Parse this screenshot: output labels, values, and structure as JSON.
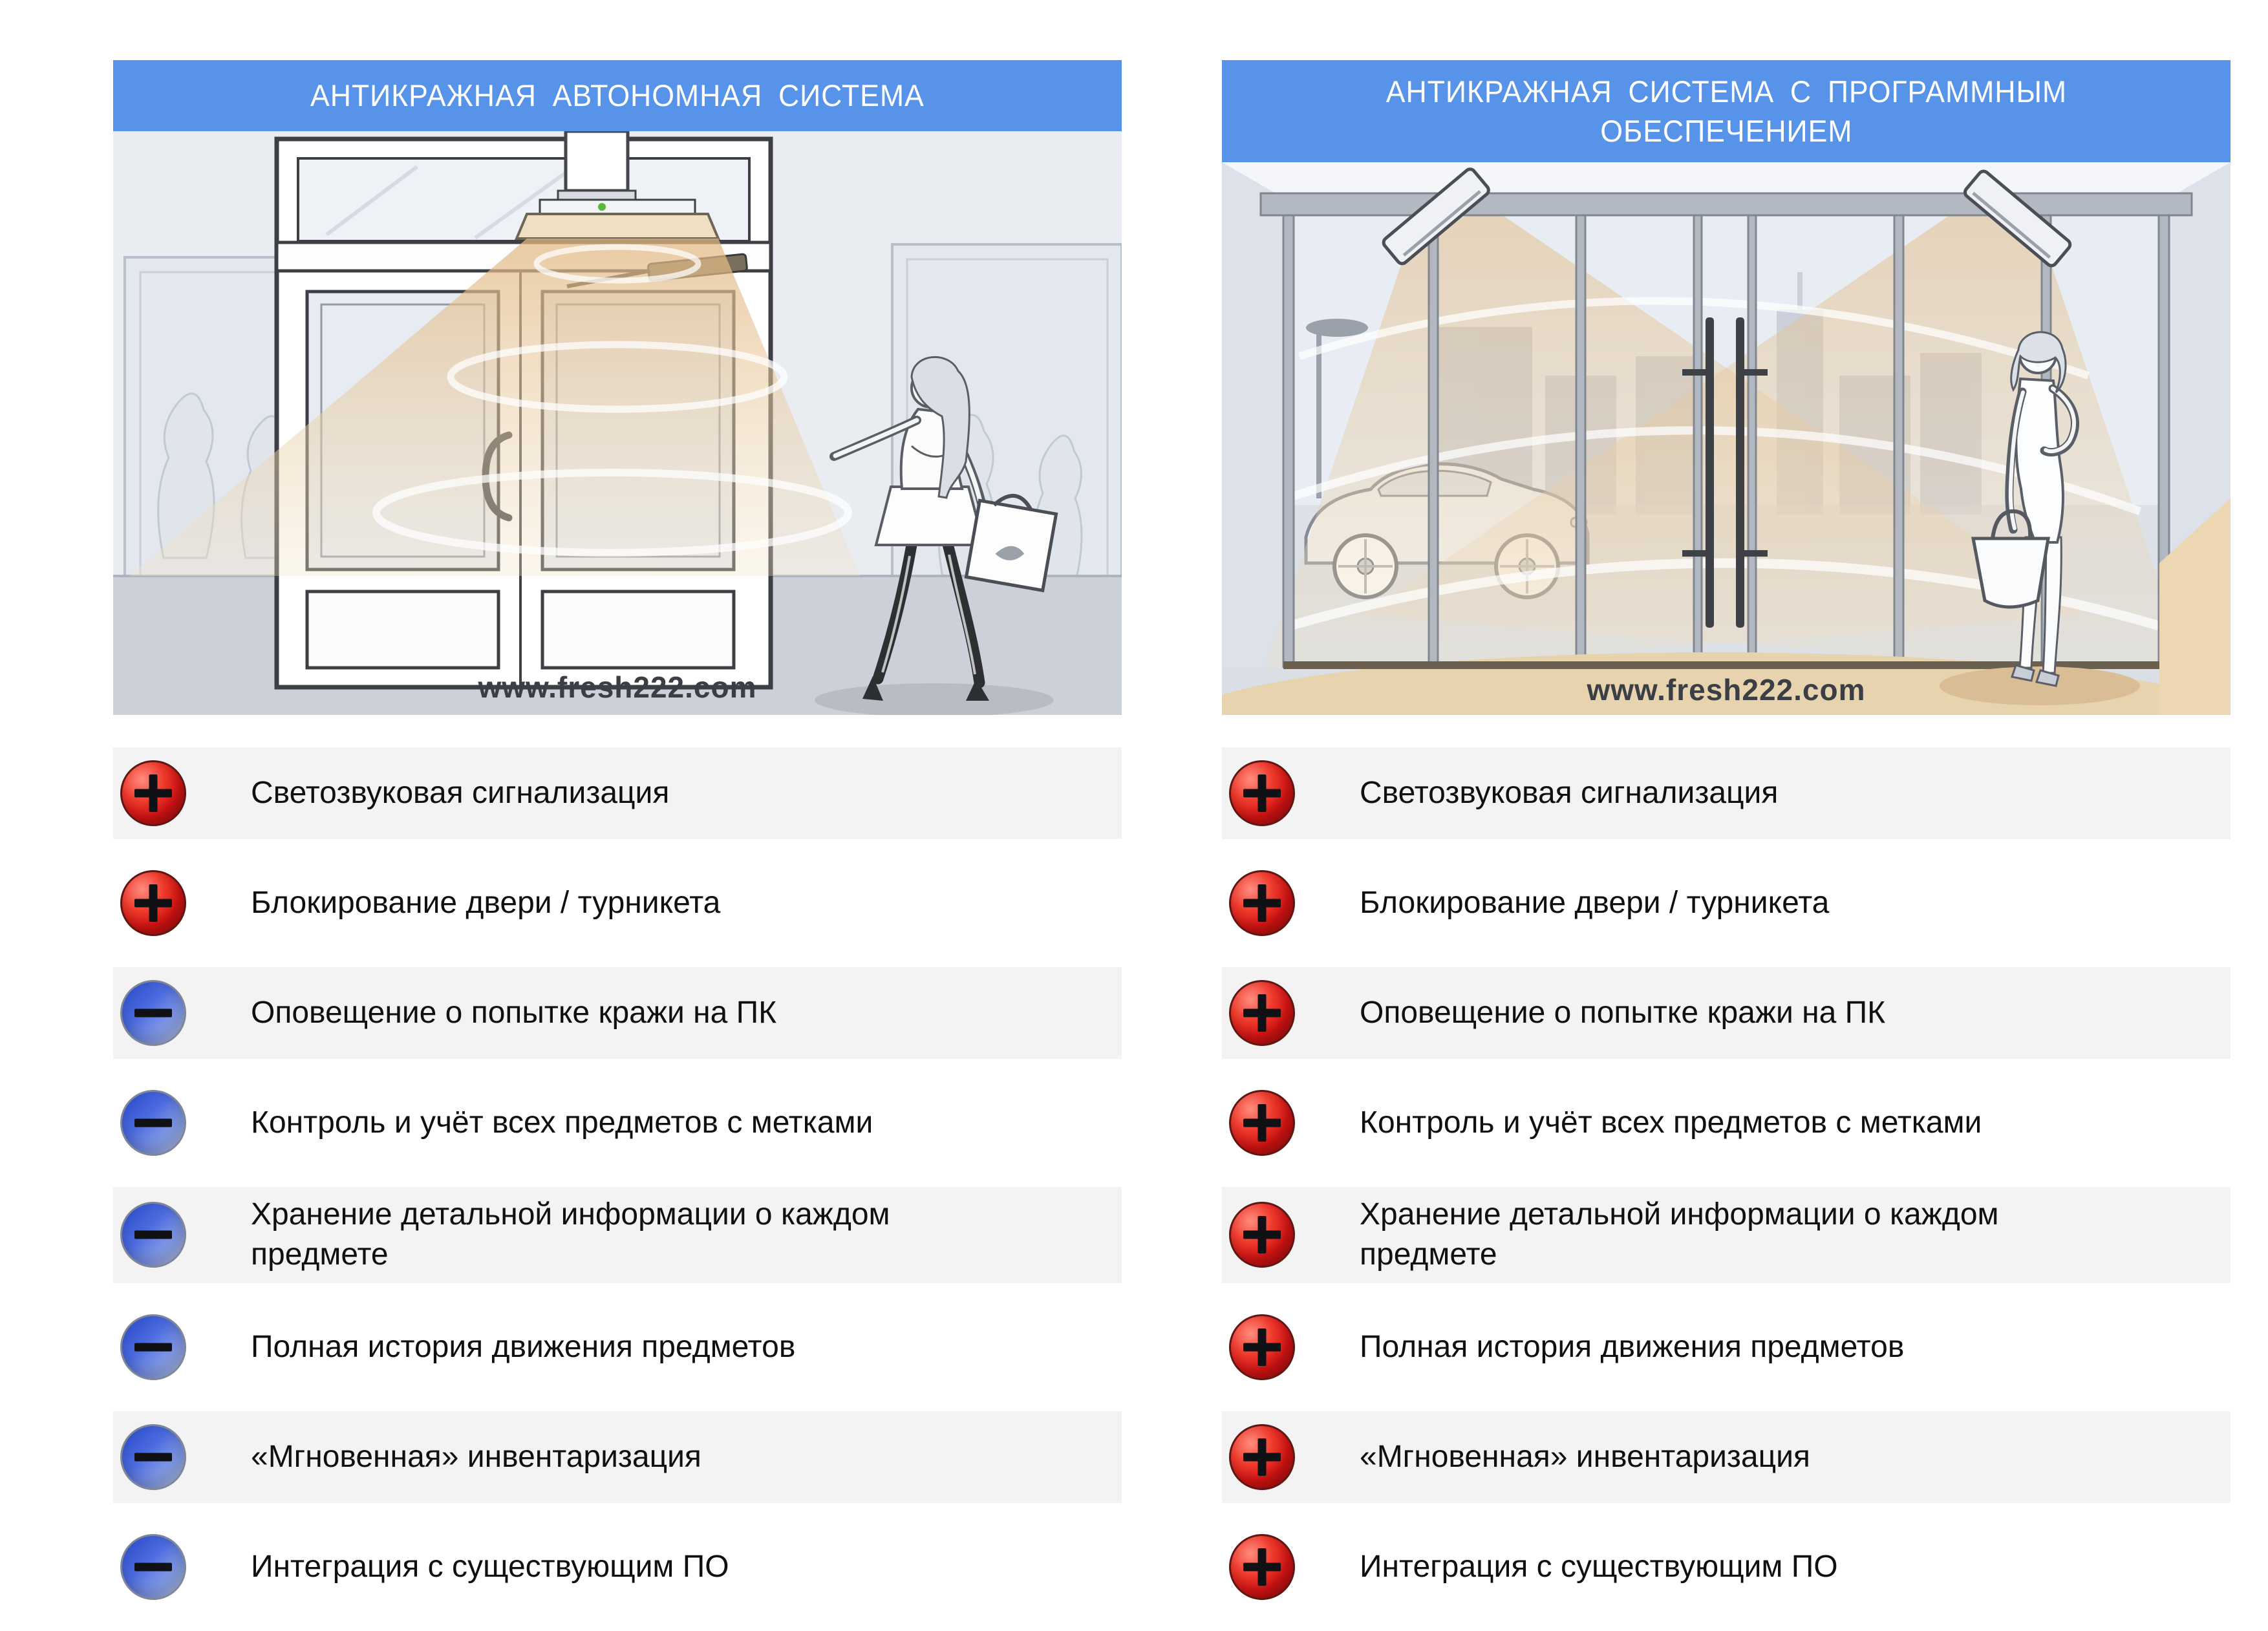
{
  "colors": {
    "banner_blue": "#5794E9",
    "row_shade_gray": "#f3f3f4",
    "plus_badge_red": "#D81414",
    "minus_badge_blue": "#4A6ADE",
    "beam_tan": "#E2B983",
    "watermark_gray": "#3B3E44"
  },
  "left_panel": {
    "title_lines": [
      "АНТИКРАЖНАЯ АВТОНОМНАЯ СИСТЕМА"
    ],
    "watermark": "www.fresh222.com",
    "features": [
      {
        "sign": "plus",
        "label": "Светозвуковая сигнализация"
      },
      {
        "sign": "plus",
        "label": "Блокирование двери / турникета"
      },
      {
        "sign": "minus",
        "label": "Оповещение о попытке кражи на ПК"
      },
      {
        "sign": "minus",
        "label": "Контроль и учёт всех предметов с метками"
      },
      {
        "sign": "minus",
        "label": "Хранение детальной информации о каждом предмете"
      },
      {
        "sign": "minus",
        "label": "Полная история движения предметов"
      },
      {
        "sign": "minus",
        "label": "«Мгновенная» инвентаризация"
      },
      {
        "sign": "minus",
        "label": "Интеграция с существующим ПО"
      }
    ]
  },
  "right_panel": {
    "title_lines": [
      "АНТИКРАЖНАЯ СИСТЕМА С ПРОГРАММНЫМ",
      "ОБЕСПЕЧЕНИЕМ"
    ],
    "watermark": "www.fresh222.com",
    "features": [
      {
        "sign": "plus",
        "label": "Светозвуковая сигнализация"
      },
      {
        "sign": "plus",
        "label": "Блокирование двери / турникета"
      },
      {
        "sign": "plus",
        "label": "Оповещение о попытке кражи на ПК"
      },
      {
        "sign": "plus",
        "label": "Контроль и учёт всех предметов с метками"
      },
      {
        "sign": "plus",
        "label": "Хранение детальной информации о каждом предмете"
      },
      {
        "sign": "plus",
        "label": "Полная история движения предметов"
      },
      {
        "sign": "plus",
        "label": "«Мгновенная» инвентаризация"
      },
      {
        "sign": "plus",
        "label": "Интеграция с существующим ПО"
      }
    ]
  }
}
